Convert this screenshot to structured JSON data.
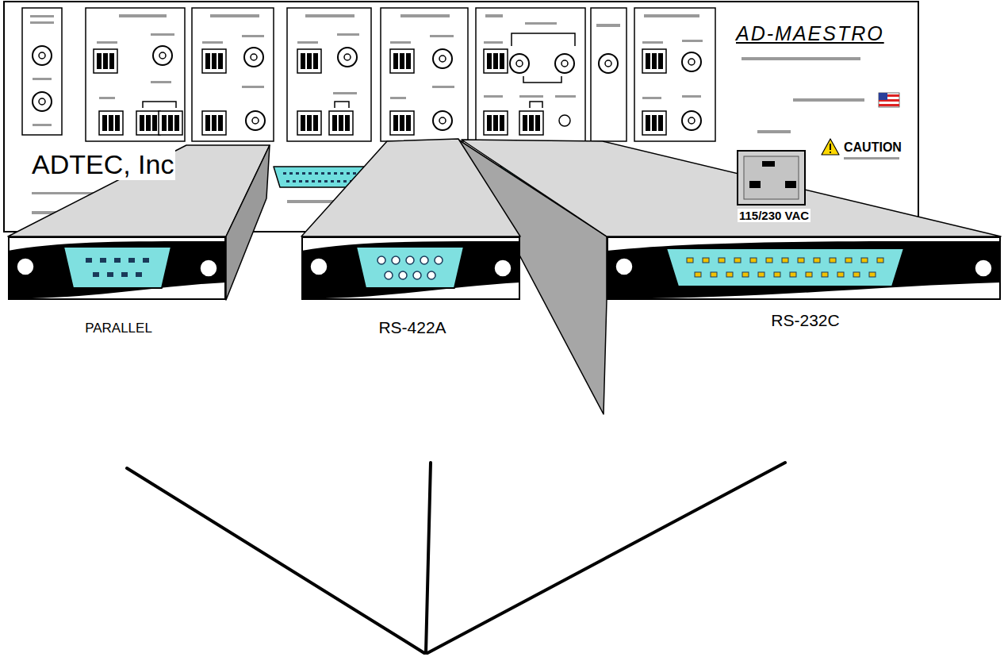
{
  "diagram": {
    "nodes": [
      {
        "text": [
          "AD-MAESTRO",
          "ADTEC, Inc"
        ]
      },
      {
        "text": [
          "PARALLEL"
        ]
      },
      {
        "text": [
          "RS-422A"
        ]
      },
      {
        "text": [
          "RS-232C"
        ]
      }
    ],
    "labels": [
      "CAUTION",
      "115/230 VAC"
    ]
  }
}
